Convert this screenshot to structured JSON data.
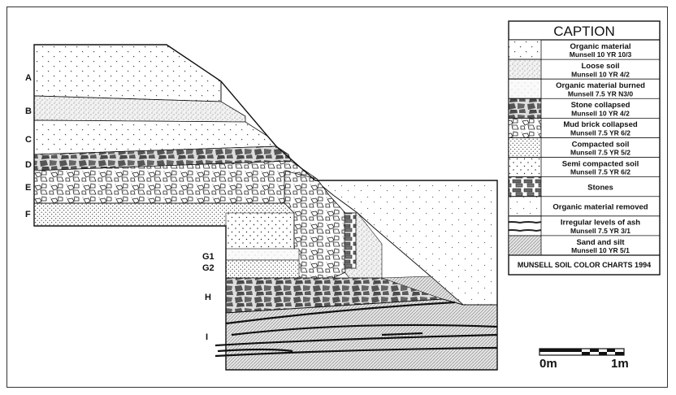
{
  "layers": [
    "A",
    "B",
    "C",
    "D",
    "E",
    "F",
    "G1",
    "G2",
    "H",
    "I"
  ],
  "caption": {
    "title": "CAPTION",
    "entries": [
      {
        "name": "Organic material",
        "munsell": "Munsell 10 YR 10/3",
        "pattern": "organic"
      },
      {
        "name": "Loose soil",
        "munsell": "Munsell 10 YR 4/2",
        "pattern": "loose"
      },
      {
        "name": "Organic material burned",
        "munsell": "Munsell 7.5 YR N3/0",
        "pattern": "burned"
      },
      {
        "name": "Stone collapsed",
        "munsell": "Munsell 10 YR 4/2",
        "pattern": "stone"
      },
      {
        "name": "Mud brick collapsed",
        "munsell": "Munsell 7.5 YR 6/2",
        "pattern": "mudbrick"
      },
      {
        "name": "Compacted soil",
        "munsell": "Munsell 7.5 YR 5/2",
        "pattern": "compacted"
      },
      {
        "name": "Semi compacted soil",
        "munsell": "Munsell 7.5 YR 6/2",
        "pattern": "semi"
      },
      {
        "name": "Stones",
        "munsell": "",
        "pattern": "stones"
      },
      {
        "name": "Organic material removed",
        "munsell": "",
        "pattern": "removed"
      },
      {
        "name": "Irregular levels of ash",
        "munsell": "Munsell 7.5 YR 3/1",
        "pattern": "ash"
      },
      {
        "name": "Sand and silt",
        "munsell": "Munsell 10 YR 5/1",
        "pattern": "sand"
      }
    ],
    "footer": "MUNSELL SOIL COLOR CHARTS 1994"
  },
  "scale": {
    "start_label": "0m",
    "end_label": "1m"
  }
}
